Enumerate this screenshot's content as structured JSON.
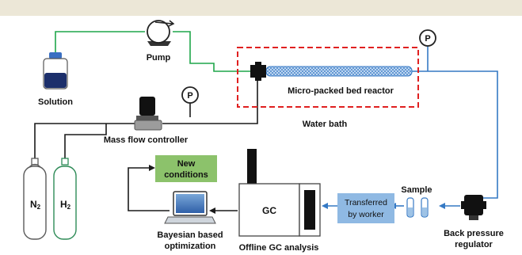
{
  "labels": {
    "solution": "Solution",
    "pump": "Pump",
    "reactor": "Micro-packed bed reactor",
    "water_bath": "Water bath",
    "mfc": "Mass flow controller",
    "pressure_gauge": "P",
    "n2_base": "N",
    "n2_sub": "2",
    "h2_base": "H",
    "h2_sub": "2",
    "new_conditions_line1": "New",
    "new_conditions_line2": "conditions",
    "gc": "GC",
    "offline_gc": "Offline GC analysis",
    "transferred_line1": "Transferred",
    "transferred_line2": "by worker",
    "sample": "Sample",
    "bpr_line1": "Back pressure",
    "bpr_line2": "regulator",
    "bayes_line1": "Bayesian based",
    "bayes_line2": "optimization"
  },
  "colors": {
    "top_band": "#ece7d7",
    "green_line": "#1fa64a",
    "blue_line": "#3579c4",
    "black_line": "#1a1a1a",
    "reactor_dash": "#e02020",
    "reactor_fill": "#9ec3e6",
    "new_conditions_fill": "#8cc26b",
    "transferred_fill": "#8fb9e3",
    "n2_cylinder": "#5a5a5a",
    "h2_cylinder": "#2e8b57",
    "bottle_liquid": "#1c2f6b",
    "bottle_cap": "#3a6fc2"
  },
  "icons": {
    "pump": "pump-icon",
    "gauge": "pressure-gauge-icon",
    "laptop": "laptop-icon",
    "bottle": "solution-bottle-icon",
    "cylinder": "gas-cylinder-icon",
    "vial": "sample-vial-icon",
    "regulator": "back-pressure-regulator-icon",
    "mfc": "mass-flow-controller-icon"
  }
}
